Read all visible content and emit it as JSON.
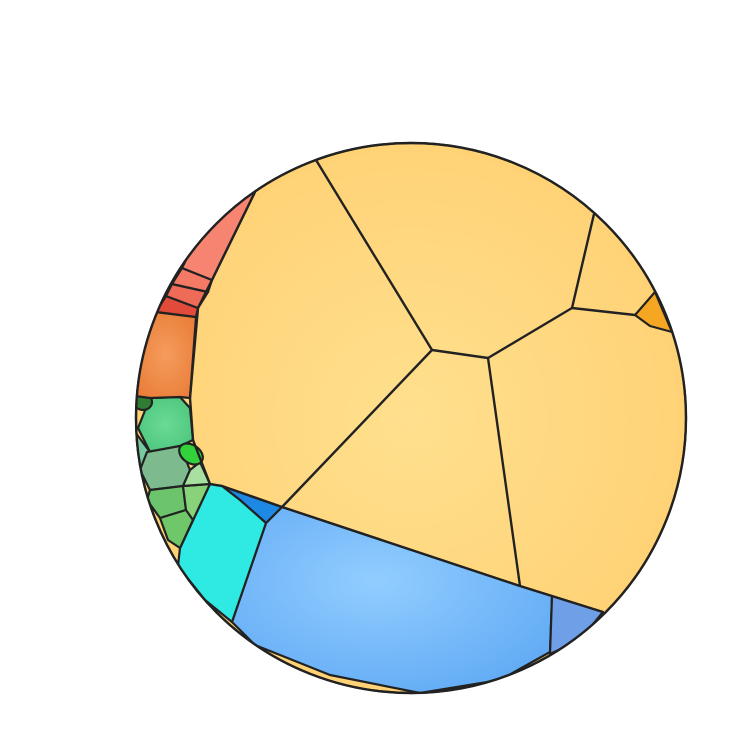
{
  "diagram": {
    "type": "voronoi-treemap",
    "shape": "circle",
    "labels_shown": false,
    "cells": [
      {
        "id": "large-top-left",
        "color": "#FFD27A"
      },
      {
        "id": "large-top",
        "color": "#FFD27A"
      },
      {
        "id": "small-top-right",
        "color": "#FFD27A"
      },
      {
        "id": "large-center",
        "color": "#FFD27A"
      },
      {
        "id": "large-right",
        "color": "#FFD27A"
      },
      {
        "id": "tiny-right",
        "color": "#F5A623"
      },
      {
        "id": "large-bottom",
        "color": "#8CC8FF"
      },
      {
        "id": "small-bottom-right",
        "color": "#6F9FE6"
      },
      {
        "id": "thin-bottom-left",
        "color": "#1E88E5"
      },
      {
        "id": "cyan",
        "color": "#2EEAE3"
      },
      {
        "id": "orange",
        "color": "#EE8B45"
      },
      {
        "id": "salmon-top",
        "color": "#F78470"
      },
      {
        "id": "salmon-mid-1",
        "color": "#F47A66"
      },
      {
        "id": "salmon-mid-2",
        "color": "#EE6B58"
      },
      {
        "id": "red",
        "color": "#E24A3A"
      },
      {
        "id": "green-1",
        "color": "#5ED38A"
      },
      {
        "id": "green-2",
        "color": "#78C8A0"
      },
      {
        "id": "green-3",
        "color": "#7DBB8F"
      },
      {
        "id": "green-4",
        "color": "#6CC46C"
      },
      {
        "id": "green-5",
        "color": "#88D27A"
      },
      {
        "id": "green-6",
        "color": "#6FC76A"
      },
      {
        "id": "green-7",
        "color": "#A7E0A0"
      },
      {
        "id": "bright-green",
        "color": "#33D23A"
      },
      {
        "id": "dark-green",
        "color": "#2E7D32"
      }
    ]
  }
}
